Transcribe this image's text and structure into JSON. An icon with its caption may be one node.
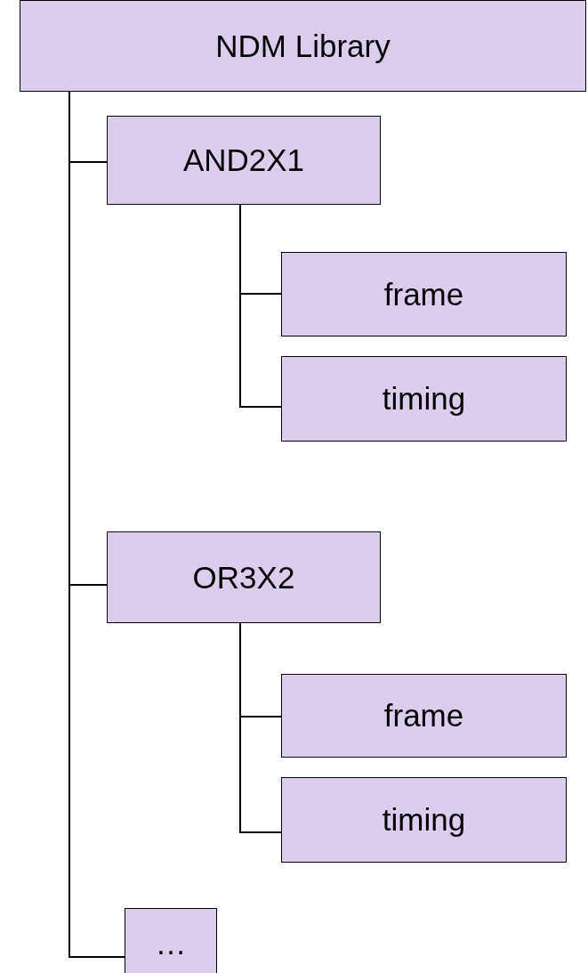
{
  "diagram": {
    "nodes": [
      {
        "text": [
          "NDM Library"
        ]
      },
      {
        "text": [
          "AND2X1"
        ]
      },
      {
        "text": [
          "frame"
        ]
      },
      {
        "text": [
          "timing"
        ]
      },
      {
        "text": [
          "OR3X2"
        ]
      },
      {
        "text": [
          "frame"
        ]
      },
      {
        "text": [
          "timing"
        ]
      },
      {
        "text": [
          "…"
        ]
      }
    ],
    "edges": [
      {
        "from": 0,
        "to": 1,
        "arrow": "none"
      },
      {
        "from": 1,
        "to": 2,
        "arrow": "none"
      },
      {
        "from": 1,
        "to": 3,
        "arrow": "none"
      },
      {
        "from": 0,
        "to": 4,
        "arrow": "none"
      },
      {
        "from": 4,
        "to": 5,
        "arrow": "none"
      },
      {
        "from": 4,
        "to": 6,
        "arrow": "none"
      },
      {
        "from": 0,
        "to": 7,
        "arrow": "none"
      }
    ]
  }
}
